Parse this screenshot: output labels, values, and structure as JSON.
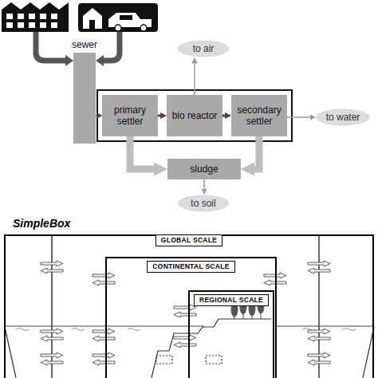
{
  "diagram": {
    "title": "SimpleBox",
    "nodes": [
      {
        "text": [
          "sewer"
        ]
      },
      {
        "text": [
          "primary settler"
        ]
      },
      {
        "text": [
          "bio reactor"
        ]
      },
      {
        "text": [
          "secondary settler"
        ]
      },
      {
        "text": [
          "to air"
        ]
      },
      {
        "text": [
          "to water"
        ]
      },
      {
        "text": [
          "sludge"
        ]
      },
      {
        "text": [
          "to soil"
        ]
      },
      {
        "text": [
          "GLOBAL SCALE"
        ]
      },
      {
        "text": [
          "CONTINENTAL SCALE"
        ],
        "in": 8
      },
      {
        "text": [
          "REGIONAL SCALE"
        ],
        "in": 9
      }
    ],
    "edges": [
      {
        "from": 0,
        "to": 1,
        "arrow": "to"
      },
      {
        "from": 1,
        "to": 2,
        "arrow": "to"
      },
      {
        "from": 2,
        "to": 3,
        "arrow": "to"
      },
      {
        "from": 2,
        "to": 4,
        "arrow": "to"
      },
      {
        "from": 3,
        "to": 5,
        "arrow": "to"
      },
      {
        "from": 1,
        "to": 6,
        "arrow": "to"
      },
      {
        "from": 3,
        "to": 6,
        "arrow": "to"
      },
      {
        "from": 6,
        "to": 7,
        "arrow": "to"
      }
    ]
  }
}
